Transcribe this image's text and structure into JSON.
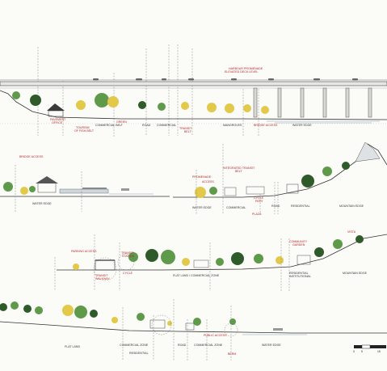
{
  "sections": [
    {
      "id": "section-1",
      "annotations_red": [
        "PAVEMENT",
        "OFFICE",
        "TOURISM",
        "OF FISH-BELT",
        "GREEN",
        "TRANSIT",
        "BELT",
        "HARBOUR PROMENADE",
        "BRIDGE ACCESS",
        "ELEVATED DECK LEVEL"
      ],
      "zone_labels": [
        "COMMERCIAL BELT",
        "ROAD",
        "COMMERCIAL",
        "MANGROVES",
        "WATER EDGE"
      ]
    },
    {
      "id": "section-2-left",
      "annotations_red": [
        "BRIDGE ACCESS"
      ],
      "zone_labels": [
        "WATER EDGE"
      ]
    },
    {
      "id": "section-2-right",
      "annotations_red": [
        "INTEGRATED TRANSIT",
        "BELT",
        "ACCESS",
        "PROMENADE",
        "CYCLE",
        "PATH",
        "PLAZA"
      ],
      "zone_labels": [
        "WATER EDGE",
        "COMMERCIAL",
        "ROAD",
        "RESIDENTIAL",
        "MOUNTAIN EDGE"
      ]
    },
    {
      "id": "section-3",
      "annotations_red": [
        "PARKING ACCESS",
        "TRANSIT",
        "STATION",
        "TRANSIT",
        "WALKWAY",
        "CYCLE",
        "COMMUNITY",
        "GARDEN",
        "VISTA"
      ],
      "zone_labels": [
        "FLAT LAND / COMMERCIAL ZONE",
        "RESIDENTIAL",
        "INSTITUTIONAL",
        "MOUNTAIN EDGE"
      ]
    },
    {
      "id": "section-4",
      "annotations_red": [
        "PUBLIC ACCESS"
      ],
      "zone_labels": [
        "FLAT LAND",
        "COMMERCIAL ZONE",
        "RESIDENTIAL",
        "ROAD",
        "COMMERCIAL ZONE",
        "WATER EDGE",
        "BERM"
      ]
    }
  ],
  "scale": {
    "ticks": [
      "0",
      "5",
      "15"
    ]
  },
  "colors": {
    "annotation": "#b3262b",
    "tree_yellow": "#e3c94a",
    "tree_green": "#5e9a4a",
    "tree_dark": "#2f5a2a",
    "linework": "#555555"
  }
}
